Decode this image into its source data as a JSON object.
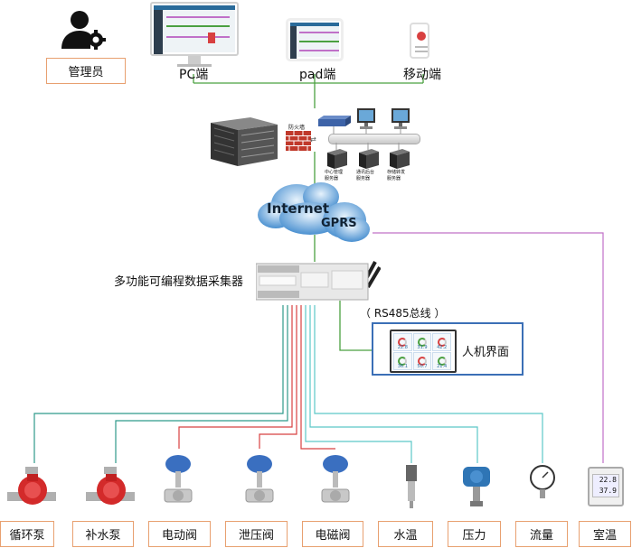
{
  "top": {
    "admin_label": "管理员",
    "pc_label": "PC端",
    "pad_label": "pad端",
    "mobile_label": "移动端"
  },
  "network": {
    "firewall_label": "防火墙",
    "server1_label": "中心管理\n服务器",
    "server2_label": "通讯后台\n服务器",
    "server3_label": "存储转发\n服务器",
    "internet_label": "Internet",
    "gprs_label": "GPRS",
    "collector_label": "多功能可编程数据采集器",
    "rs485_label": "（ RS485总线 ）",
    "hmi_label": "人机界面"
  },
  "hmi_readings": [
    "22.8",
    "31.9",
    "42.2",
    "36.1",
    "50.7",
    "21.4"
  ],
  "devices": [
    {
      "label": "循环泵"
    },
    {
      "label": "补水泵"
    },
    {
      "label": "电动阀"
    },
    {
      "label": "泄压阀"
    },
    {
      "label": "电磁阀"
    },
    {
      "label": "水温"
    },
    {
      "label": "压力"
    },
    {
      "label": "流量"
    },
    {
      "label": "室温"
    }
  ],
  "thermo_readings": {
    "temp": "22.8",
    "humidity": "37.9"
  },
  "colors": {
    "network_line": "#4aa040",
    "teal_line": "#2e9a8a",
    "red_line": "#d84040",
    "cyan_line": "#5cc8c8",
    "purple_line": "#c070c8",
    "box_border": "#e8a070",
    "hmi_border": "#3b6fb6",
    "cloud": "#4a90d0"
  }
}
